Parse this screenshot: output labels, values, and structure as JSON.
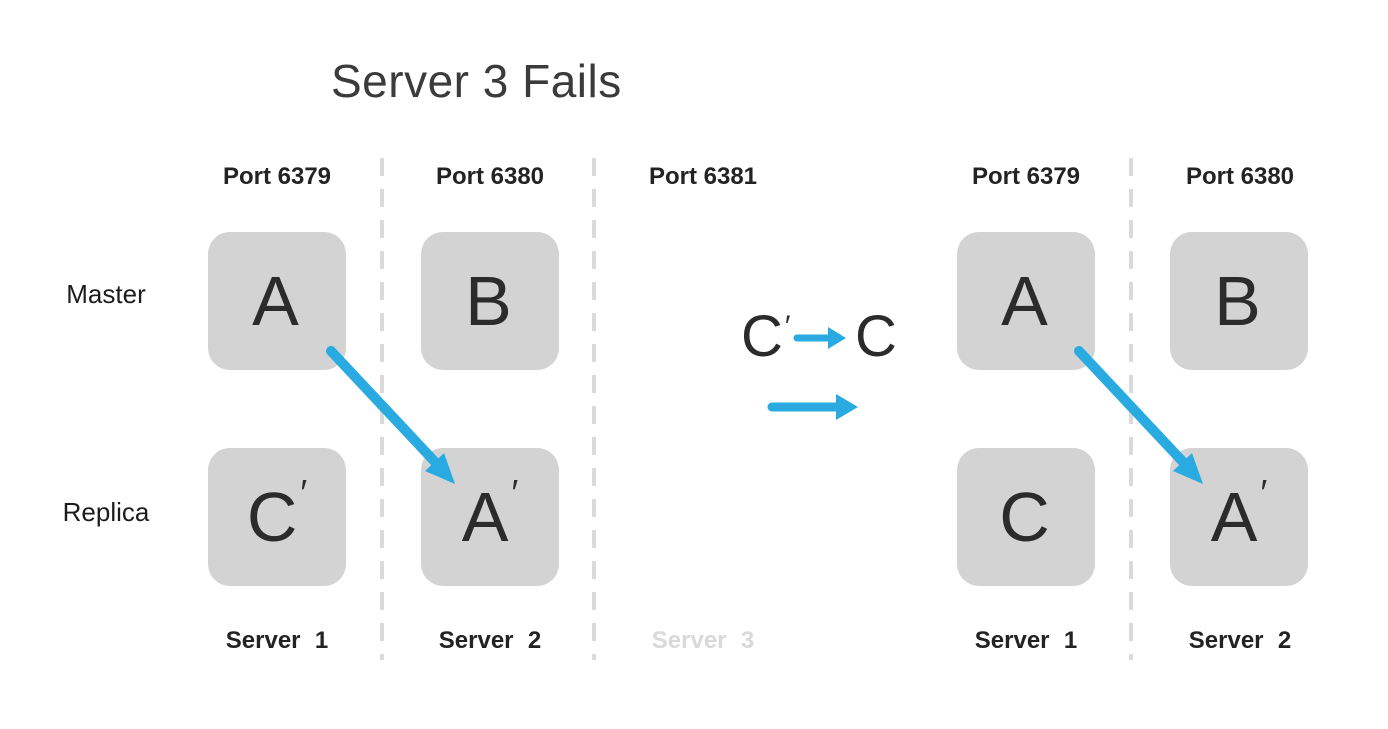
{
  "title": "Server 3 Fails",
  "colors": {
    "accent_blue": "#29abe2",
    "box_gray": "#d3d3d3",
    "text_dark": "#2b2b2b",
    "faded_gray": "#d9d9d9"
  },
  "left_panel": {
    "ports": [
      "Port 6379",
      "Port 6380",
      "Port 6381"
    ],
    "row_labels": {
      "master": "Master",
      "replica": "Replica"
    },
    "boxes": {
      "master": [
        {
          "letter": "A",
          "prime": ""
        },
        {
          "letter": "B",
          "prime": ""
        }
      ],
      "replica": [
        {
          "letter": "C",
          "prime": "′"
        },
        {
          "letter": "A",
          "prime": "′"
        }
      ]
    },
    "servers": [
      "Server 1",
      "Server 2",
      "Server 3"
    ]
  },
  "transition": {
    "from_letter": "C",
    "from_prime": "′",
    "to_letter": "C"
  },
  "right_panel": {
    "ports": [
      "Port 6379",
      "Port 6380"
    ],
    "boxes": {
      "master": [
        {
          "letter": "A",
          "prime": ""
        },
        {
          "letter": "B",
          "prime": ""
        }
      ],
      "replica": [
        {
          "letter": "C",
          "prime": ""
        },
        {
          "letter": "A",
          "prime": "′"
        }
      ]
    },
    "servers": [
      "Server 1",
      "Server 2"
    ]
  }
}
